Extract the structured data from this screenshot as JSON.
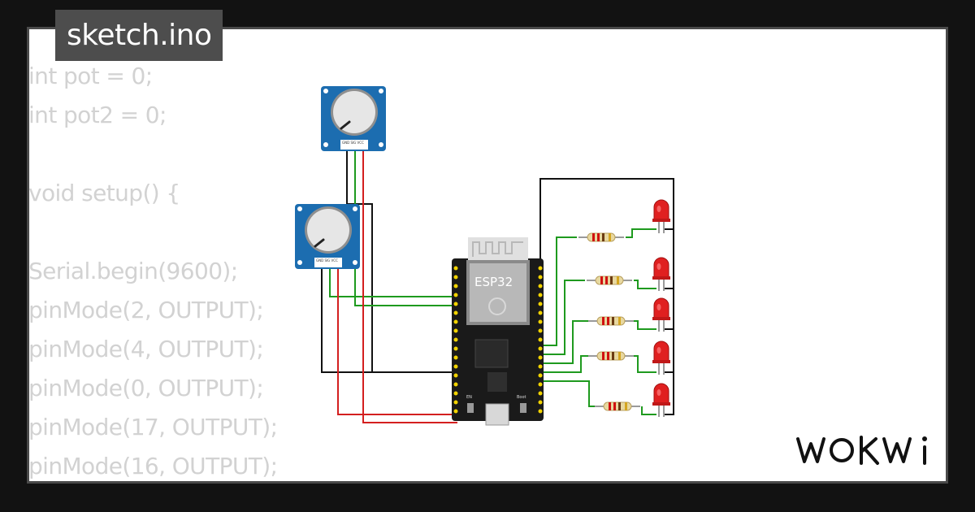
{
  "file_tab": {
    "label": "sketch.ino"
  },
  "code_lines": [
    "int pot = 0;",
    "int pot2 = 0;",
    "",
    "void setup() {",
    "",
    "Serial.begin(9600);",
    "pinMode(2, OUTPUT);",
    "pinMode(4, OUTPUT);",
    "pinMode(0, OUTPUT);",
    "pinMode(17, OUTPUT);",
    "pinMode(16, OUTPUT);"
  ],
  "circuit": {
    "mcu_label": "ESP32",
    "pot_pin_labels": [
      "GND",
      "SIG",
      "VCC"
    ],
    "button_labels": [
      "EN",
      "Boot"
    ],
    "wire_colors": {
      "black": "#111111",
      "green": "#1e9a1e",
      "red": "#d41f1f"
    },
    "led_color": "#e02020",
    "led_count": 5,
    "potentiometer_count": 2
  },
  "branding": {
    "logo": "WOKWi"
  }
}
